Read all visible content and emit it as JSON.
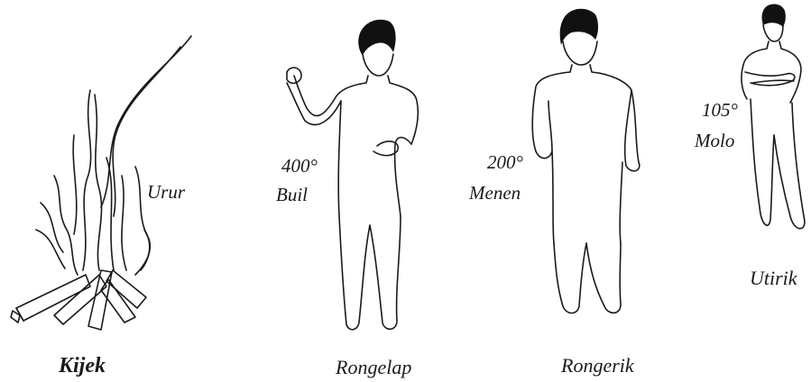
{
  "fire": {
    "name": "Kijek",
    "label": "Urur"
  },
  "figures": [
    {
      "caption": "Rongelap",
      "temperature": "400°",
      "label": "Buil"
    },
    {
      "caption": "Rongerik",
      "temperature": "200°",
      "label": "Menen"
    },
    {
      "caption": "Utirik",
      "temperature": "105°",
      "label": "Molo"
    }
  ]
}
